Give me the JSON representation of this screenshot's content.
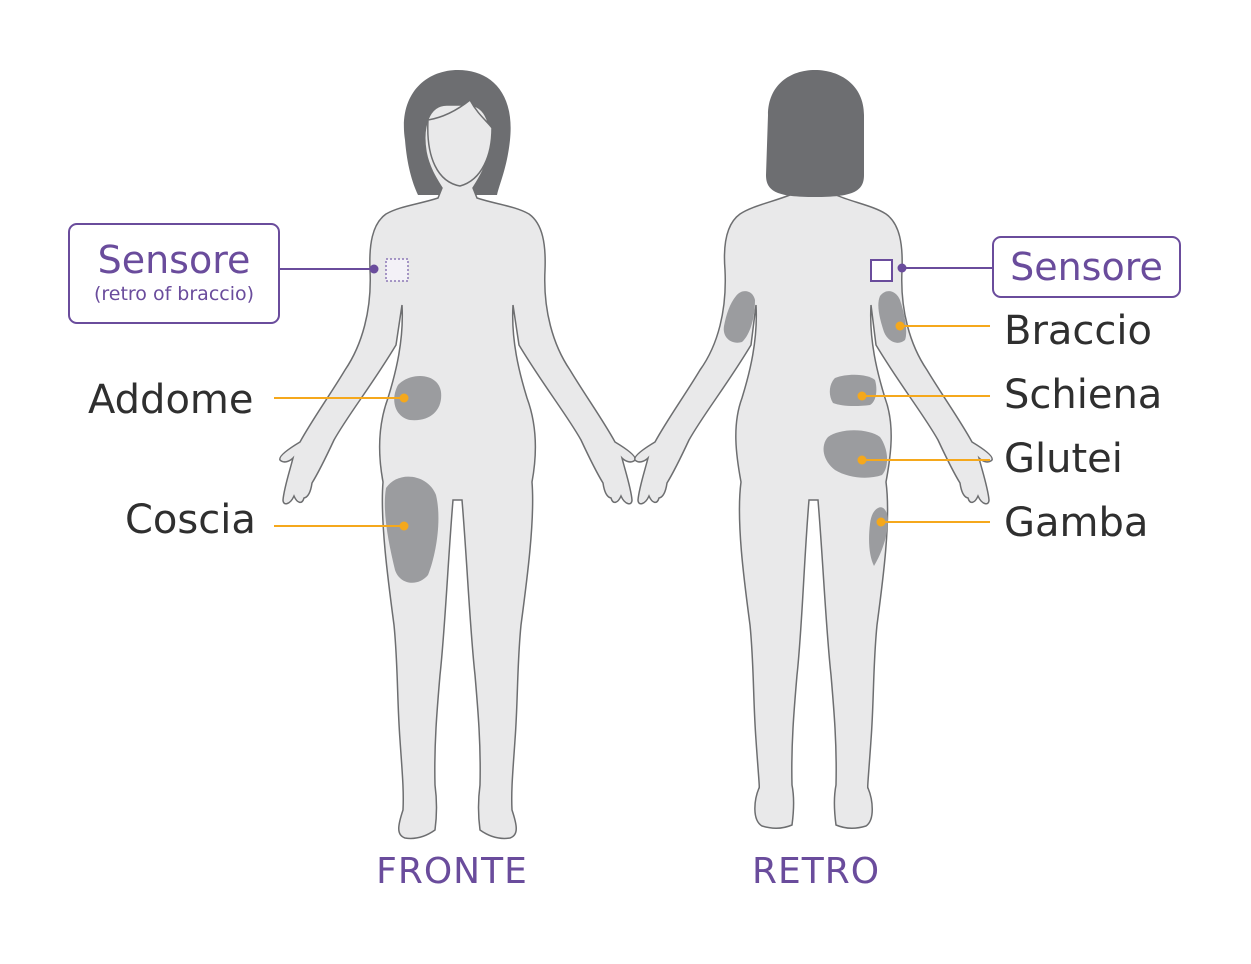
{
  "colors": {
    "body": "#e9e9ea",
    "body_outline": "#6d6e70",
    "hair": "#6d6e71",
    "zone": "#9b9c9f",
    "leader": "#f5a81c",
    "sensor": "#6a4c9c",
    "label": "#2f2f2f"
  },
  "front": {
    "caption": "FRONTE",
    "sensor": {
      "title": "Sensore",
      "subtitle": "(retro of braccio)"
    },
    "sites": {
      "abdomen": "Addome",
      "thigh": "Coscia"
    }
  },
  "back": {
    "caption": "RETRO",
    "sensor": {
      "title": "Sensore"
    },
    "sites": {
      "arm": "Braccio",
      "back": "Schiena",
      "buttocks": "Glutei",
      "leg": "Gamba"
    }
  }
}
